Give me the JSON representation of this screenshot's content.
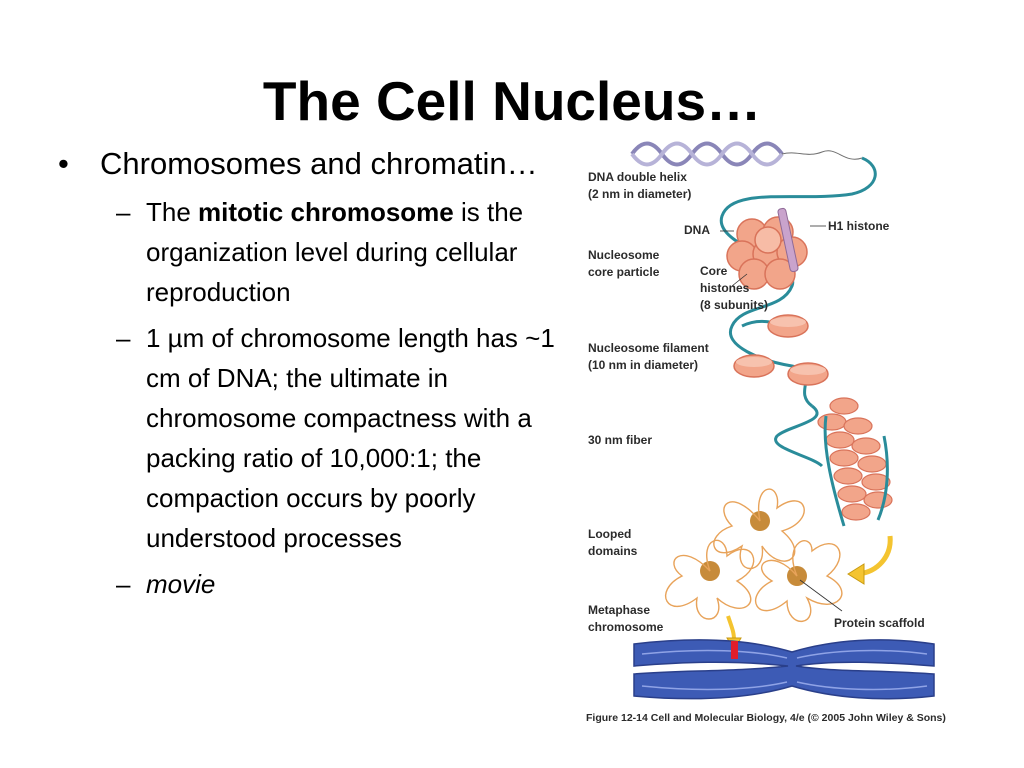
{
  "slide": {
    "title": "The Cell Nucleus…",
    "bullet": {
      "marker": "•",
      "text": "Chromosomes and chromatin…",
      "subbullets": [
        {
          "marker": "–",
          "prefix": "The ",
          "bold": "mitotic chromosome",
          "suffix": " is the organization level during cellular reproduction"
        },
        {
          "marker": "–",
          "text": "1 µm of chromosome length has ~1 cm of DNA; the ultimate in chromosome compactness with a packing ratio of 10,000:1; the compaction occurs by poorly understood processes"
        },
        {
          "marker": "–",
          "italic": "movie"
        }
      ]
    }
  },
  "figure": {
    "labels": {
      "dna_helix_1": "DNA double helix",
      "dna_helix_2": "(2 nm in diameter)",
      "dna": "DNA",
      "h1": "H1 histone",
      "nucleosome_1": "Nucleosome",
      "nucleosome_2": "core particle",
      "core_1": "Core",
      "core_2": "histones",
      "core_3": "(8 subunits)",
      "filament_1": "Nucleosome filament",
      "filament_2": "(10 nm in diameter)",
      "fiber": "30 nm fiber",
      "looped_1": "Looped",
      "looped_2": "domains",
      "scaffold": "Protein scaffold",
      "metaphase_1": "Metaphase",
      "metaphase_2": "chromosome"
    },
    "caption": "Figure 12-14  Cell and Molecular Biology, 4/e (© 2005 John Wiley & Sons)",
    "colors": {
      "helix": "#8a86b8",
      "strand": "#2a8c9a",
      "histone": "#f2a58a",
      "histone_dark": "#d9735a",
      "loop": "#e8a35a",
      "chromosome": "#3d5bb5",
      "arrow": "#f4c430",
      "band": "#e01e2a"
    }
  }
}
